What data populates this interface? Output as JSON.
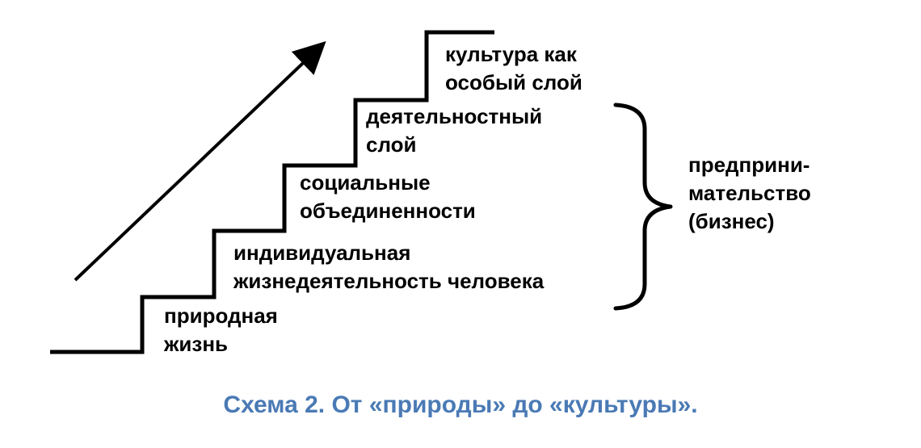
{
  "steps": [
    {
      "lines": [
        "природная",
        "жизнь"
      ]
    },
    {
      "lines": [
        "индивидуальная",
        "жизнедеятельность человека"
      ]
    },
    {
      "lines": [
        "социальные",
        "объединенности"
      ]
    },
    {
      "lines": [
        "деятельностный",
        "слой"
      ]
    },
    {
      "lines": [
        "культура как",
        "особый слой"
      ]
    }
  ],
  "brace_label": {
    "lines": [
      "предприни-",
      "мательство",
      "(бизнес)"
    ]
  },
  "caption": "Схема 2. От «природы» до «культуры».",
  "colors": {
    "lines": "#000000",
    "text": "#000000",
    "caption": "#4a7ab5"
  }
}
